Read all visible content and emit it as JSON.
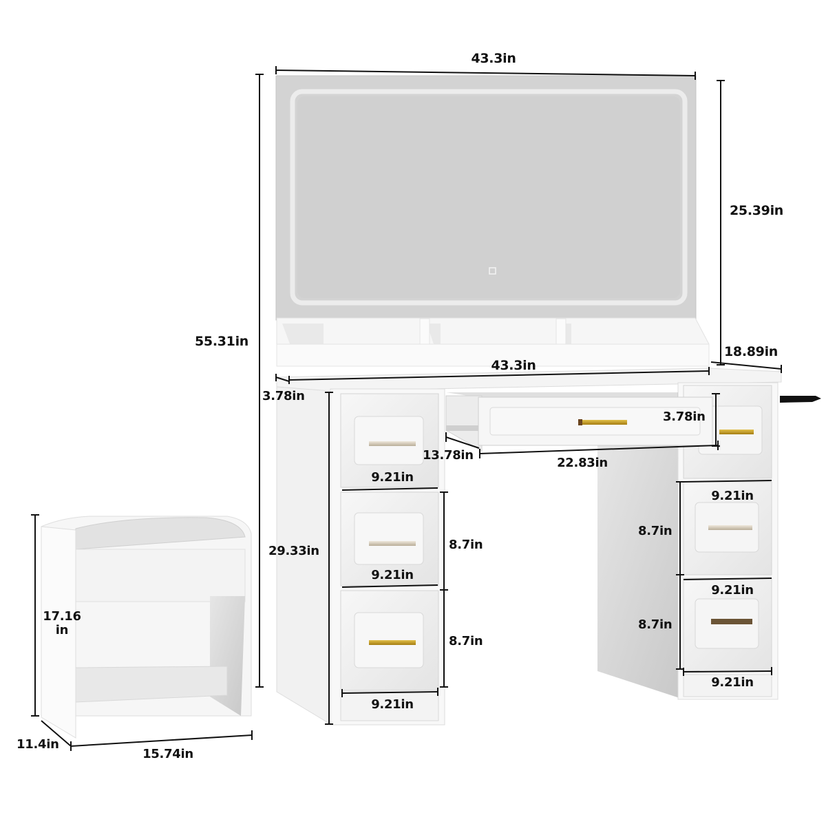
{
  "product": {
    "name": "Vanity desk with LED mirror, drawers and stool",
    "colors": {
      "background": "#ffffff",
      "body": "#f4f4f4",
      "mirror_frame": "#d2d2d2",
      "mirror_led": "#e8e8e8",
      "mirror_glass": "#d0d0d0",
      "shadow": "#cfcfcf",
      "handle_silver": "#d8cfc0",
      "handle_gold": "#c9a227",
      "dim_line": "#111111"
    }
  },
  "dimensions": {
    "mirror_width": "43.3in",
    "mirror_height": "25.39in",
    "total_height": "55.31in",
    "desk_width": "43.3in",
    "desk_depth": "18.89in",
    "shelf_depth": "3.78in",
    "center_drawer_height": "3.78in",
    "center_drawer_depth": "13.78in",
    "center_drawer_width": "22.83in",
    "desk_height": "29.33in",
    "left_drawer_1_width": "9.21in",
    "left_drawer_2_width": "9.21in",
    "left_drawer_2_height": "8.7in",
    "left_drawer_3_height": "8.7in",
    "left_drawer_3_width": "9.21in",
    "right_drawer_1_width": "9.21in",
    "right_drawer_2_height": "8.7in",
    "right_drawer_2_width": "9.21in",
    "right_drawer_3_height": "8.7in",
    "right_drawer_3_width": "9.21in",
    "stool_height_line1": "17.16",
    "stool_height_line2": "in",
    "stool_depth": "11.4in",
    "stool_width": "15.74in"
  }
}
